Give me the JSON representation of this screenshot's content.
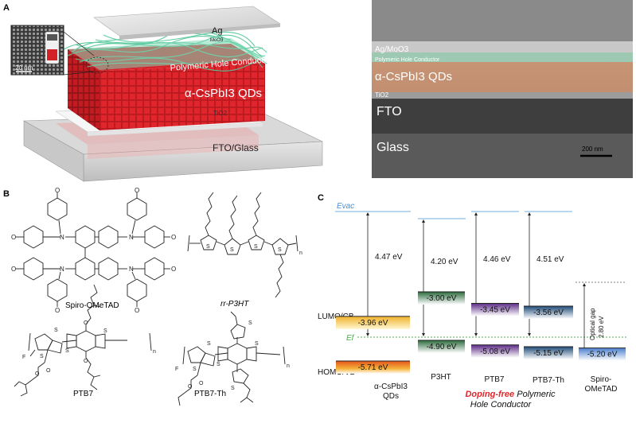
{
  "panelA": {
    "letter": "A",
    "layers": {
      "ag": "Ag",
      "moo3": "MoO3",
      "hole_conductor": "Polymeric Hole Conductor",
      "qds": "α-CsPbI3 QDs",
      "tio2": "TiO2",
      "fto_glass": "FTO/Glass"
    },
    "inset_scale": "20 nm"
  },
  "sem": {
    "ag_moo3": "Ag/MoO3",
    "hole_conductor": "Polymeric Hole Conductor",
    "qds": "α-CsPbI3 QDs",
    "tio2": "TiO2",
    "fto": "FTO",
    "glass": "Glass",
    "scale": "200 nm"
  },
  "panelB": {
    "letter": "B",
    "molecules": [
      "Spiro-OMeTAD",
      "rr-P3HT",
      "PTB7",
      "PTB7-Th"
    ],
    "atoms": {
      "S": "S",
      "N": "N",
      "F": "F",
      "O": "O",
      "n": "n"
    }
  },
  "panelC": {
    "letter": "C",
    "evac": "Evac",
    "ef": "Ef",
    "lumo_label": "LUMO/CB",
    "homo_label": "HOMO/VB",
    "optical_gap": "Optical gap",
    "optical_gap_value": "2.80 eV",
    "work_functions": [
      "4.47 eV",
      "4.20 eV",
      "4.46 eV",
      "4.51 eV"
    ],
    "materials": [
      {
        "name": "α-CsPbI3",
        "name2": "QDs",
        "lumo": "-3.96 eV",
        "homo": "-5.71 eV",
        "lumo_value": -3.96,
        "homo_value": -5.71
      },
      {
        "name": "P3HT",
        "name2": "",
        "lumo": "-3.00 eV",
        "homo": "-4.90 eV",
        "lumo_value": -3.0,
        "homo_value": -4.9
      },
      {
        "name": "PTB7",
        "name2": "",
        "lumo": "-3.45 eV",
        "homo": "-5.08 eV",
        "lumo_value": -3.45,
        "homo_value": -5.08
      },
      {
        "name": "PTB7-Th",
        "name2": "",
        "lumo": "-3.56 eV",
        "homo": "-5.15 eV",
        "lumo_value": -3.56,
        "homo_value": -5.15
      },
      {
        "name": "Spiro-",
        "name2": "OMeTAD",
        "lumo": "",
        "homo": "-5.20 eV",
        "lumo_value": null,
        "homo_value": -5.2
      }
    ],
    "caption_line1_red": "Doping-free",
    "caption_line1_rest": " Polymeric",
    "caption_line2": "Hole Conductor"
  },
  "colors": {
    "red_qd": "#d42027",
    "green_polymer": "#7fd8b6",
    "sem_orange": "#e8a47c",
    "evac_blue": "#6fb2e0",
    "ef_green": "#4cae4c",
    "caption_red": "#e3262b"
  }
}
